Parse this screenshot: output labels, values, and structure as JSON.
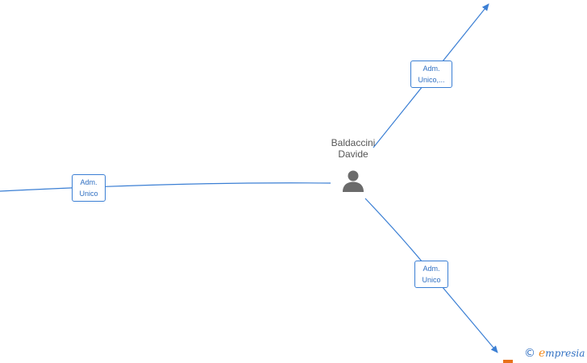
{
  "center_node": {
    "name_line1": "Baldaccini",
    "name_line2": "Davide",
    "icon": "person-icon"
  },
  "edges": [
    {
      "id": "left",
      "label_line1": "Adm.",
      "label_line2": "Unico"
    },
    {
      "id": "top",
      "label_line1": "Adm.",
      "label_line2": "Unico,..."
    },
    {
      "id": "bottom",
      "label_line1": "Adm.",
      "label_line2": "Unico"
    }
  ],
  "footer": {
    "copyright_symbol": "©",
    "brand_first_letter": "e",
    "brand_rest": "mpresia"
  },
  "colors": {
    "edge": "#3b7fd4",
    "label_text": "#2f6fc2",
    "node_text": "#555555",
    "icon": "#6b6b6b",
    "brand_accent": "#f28a1e"
  }
}
